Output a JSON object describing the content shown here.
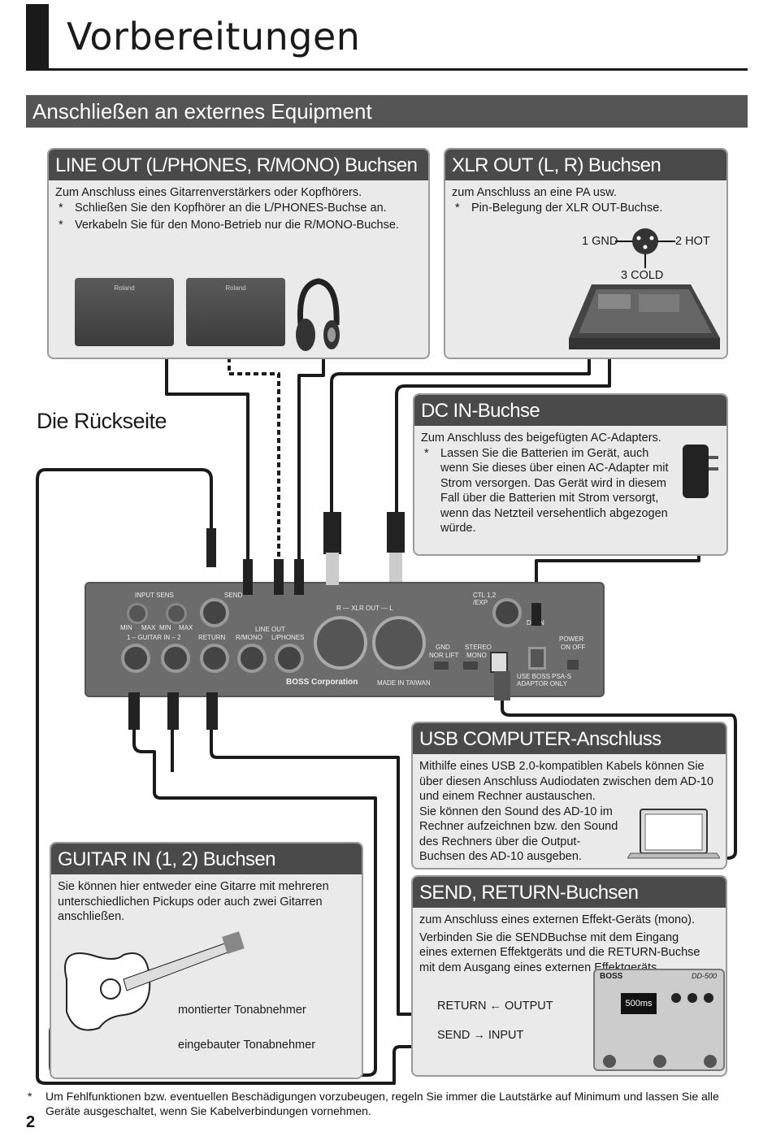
{
  "page_title": "Vorbereitungen",
  "section_title": "Anschließen an externes Equipment",
  "back_title": "Die Rückseite",
  "line_out": {
    "heading": "LINE OUT (L/PHONES, R/MONO) Buchsen",
    "intro": "Zum Anschluss eines Gitarrenverstärkers oder Kopfhörers.",
    "bullets": [
      "Schließen Sie den Kopfhörer an die L/PHONES-Buchse an.",
      "Verkabeln Sie für den Mono-Betrieb nur die R/MONO-Buchse."
    ],
    "amp_logo": "Roland"
  },
  "xlr_out": {
    "heading": "XLR OUT (L, R) Buchsen",
    "intro": "zum Anschluss an eine PA usw.",
    "bullets": [
      "Pin-Belegung der XLR OUT-Buchse."
    ],
    "pin1": "1 GND",
    "pin2": "2 HOT",
    "pin3": "3 COLD"
  },
  "dc_in": {
    "heading": "DC IN-Buchse",
    "intro": "Zum Anschluss des beigefügten AC-Adapters.",
    "bullets": [
      "Lassen Sie die Batterien im Gerät, auch wenn Sie dieses über einen AC-Adapter mit Strom versorgen. Das Gerät wird in diesem Fall über die Batterien mit Strom versorgt, wenn das Netzteil versehentlich abgezogen würde."
    ]
  },
  "usb": {
    "heading": "USB COMPUTER-Anschluss",
    "text1": "Mithilfe eines USB 2.0-kompatiblen Kabels können Sie über diesen Anschluss Audiodaten zwischen dem AD-10 und einem Rechner austauschen.",
    "text2": "Sie können den Sound des AD-10 im Rechner aufzeichnen bzw. den Sound des Rechners über die Output-Buchsen des AD-10 ausgeben."
  },
  "guitar_in": {
    "heading": "GUITAR IN (1, 2) Buchsen",
    "text": "Sie können hier entweder eine Gitarre mit mehreren unterschiedlichen Pickups oder auch zwei Gitarren anschließen.",
    "pickup1": "montierter Tonabnehmer",
    "pickup2": "eingebauter Tonabnehmer"
  },
  "send_return": {
    "heading": "SEND, RETURN-Buchsen",
    "text1": "zum Anschluss eines externen Effekt-Geräts (mono).",
    "text2": "Verbinden Sie die SENDBuchse mit dem Eingang eines externen Effektgeräts und die RETURN-Buchse mit dem Ausgang eines externen Effektgeräts.",
    "return_label": "RETURN ← OUTPUT",
    "send_label": "SEND → INPUT",
    "pedal_brand": "BOSS",
    "pedal_model": "DD-500",
    "pedal_display": "500ms"
  },
  "panel": {
    "input_sens": "INPUT SENS",
    "min_max": [
      "MIN",
      "MAX",
      "MIN",
      "MAX"
    ],
    "guitar_in": "1 – GUITAR IN – 2",
    "send": "SEND",
    "return": "RETURN",
    "line_out": "LINE OUT",
    "r_mono": "R/MONO",
    "l_phones": "L/PHONES",
    "xlr_out": "R — XLR OUT — L",
    "gnd": "GND",
    "nor_lift": "NOR LIFT",
    "stereo": "STEREO",
    "mono": "MONO",
    "ctl": "CTL 1,2",
    "exp": "/EXP",
    "dc_in": "DC IN",
    "power": "POWER",
    "on_off": "ON  OFF",
    "adaptor1": "USE BOSS PSA-S",
    "adaptor2": "ADAPTOR ONLY",
    "brand": "BOSS Corporation",
    "made_in": "MADE IN TAIWAN"
  },
  "footnote": "Um Fehlfunktionen bzw. eventuellen Beschädigungen vorzubeugen, regeln Sie immer die Lautstärke auf Minimum und lassen Sie alle Geräte ausgeschaltet, wenn Sie Kabelverbindungen vornehmen.",
  "page_number": "2"
}
